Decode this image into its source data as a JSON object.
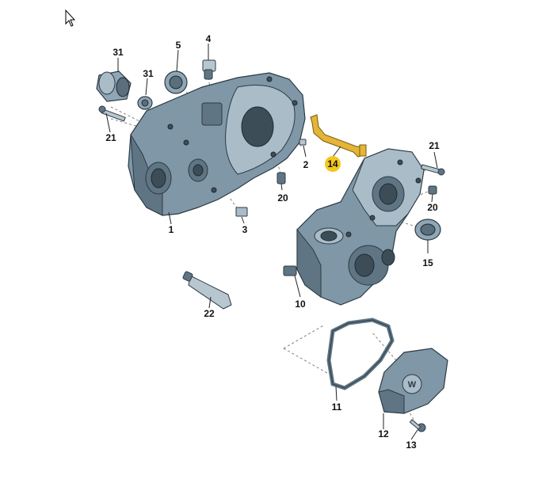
{
  "cursor_icon": "arrow-cursor-icon",
  "highlight_color": "#f2c81e",
  "housing_color": "#7f97a6",
  "highlighted_part": "14",
  "labels": {
    "p1": "1",
    "p2": "2",
    "p3": "3",
    "p4": "4",
    "p5": "5",
    "p10": "10",
    "p11": "11",
    "p12": "12",
    "p13": "13",
    "p14": "14",
    "p15": "15",
    "p20a": "20",
    "p20b": "20",
    "p21a": "21",
    "p21b": "21",
    "p22": "22",
    "p31a": "31",
    "p31b": "31"
  }
}
